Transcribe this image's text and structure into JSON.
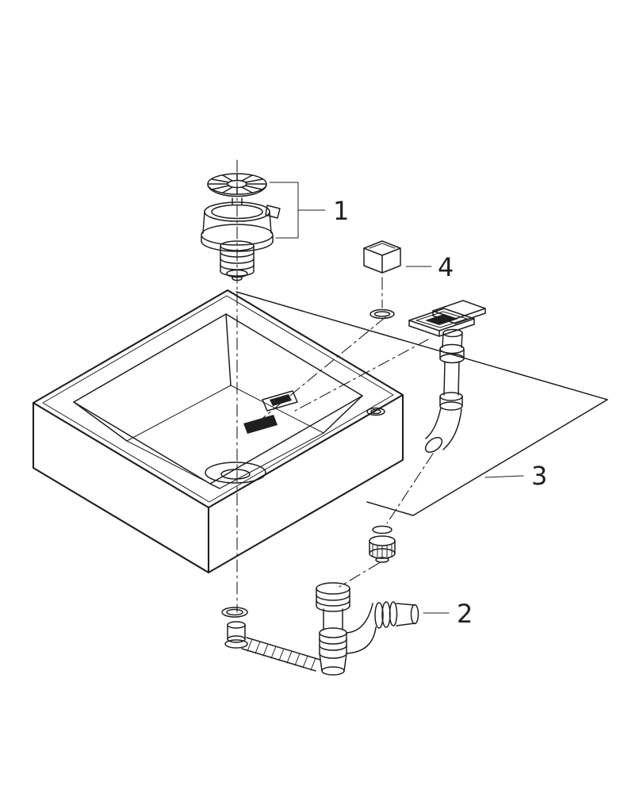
{
  "diagram": {
    "background": "#ffffff",
    "line_color": "#1f1f1f",
    "callouts": {
      "c1": {
        "label": "1",
        "part": "strainer-waste-assembly"
      },
      "c2": {
        "label": "2",
        "part": "siphon-trap-assembly"
      },
      "c3": {
        "label": "3",
        "part": "sink-mounting-plane"
      },
      "c4": {
        "label": "4",
        "part": "overflow-knob"
      }
    }
  }
}
